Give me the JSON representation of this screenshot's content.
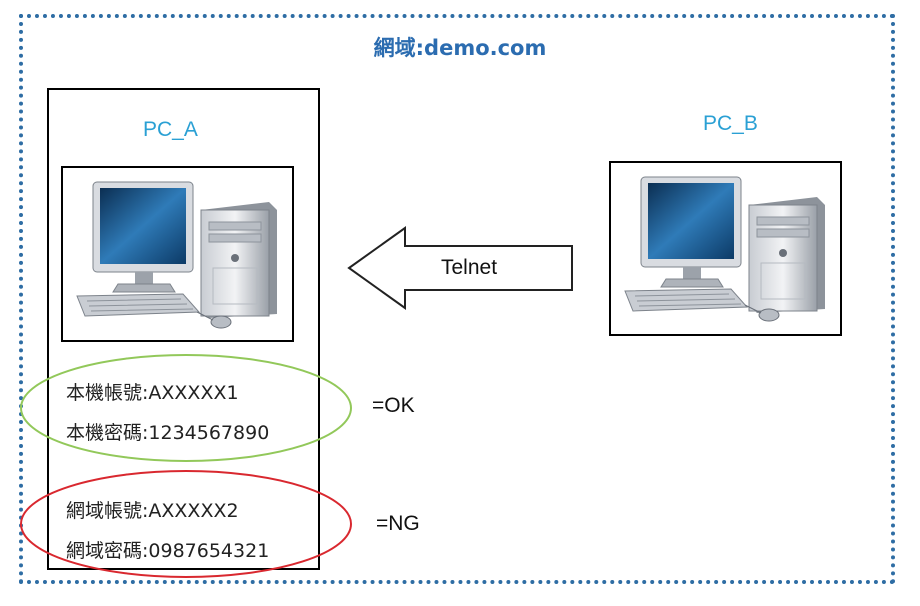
{
  "domain": {
    "title": "網域:demo.com"
  },
  "pc_a": {
    "label": "PC_A",
    "local_account": "本機帳號:AXXXXX1",
    "local_password": "本機密碼:1234567890",
    "domain_account": "網域帳號:AXXXXX2",
    "domain_password": "網域密碼:0987654321"
  },
  "pc_b": {
    "label": "PC_B"
  },
  "connection": {
    "label": "Telnet"
  },
  "results": {
    "local": "=OK",
    "domain": "=NG"
  },
  "colors": {
    "domain_border": "#2e6da4",
    "title": "#2b6cb0",
    "pc_label": "#2aa0d4",
    "ok_ellipse": "#92c85a",
    "ng_ellipse": "#d9282f"
  }
}
